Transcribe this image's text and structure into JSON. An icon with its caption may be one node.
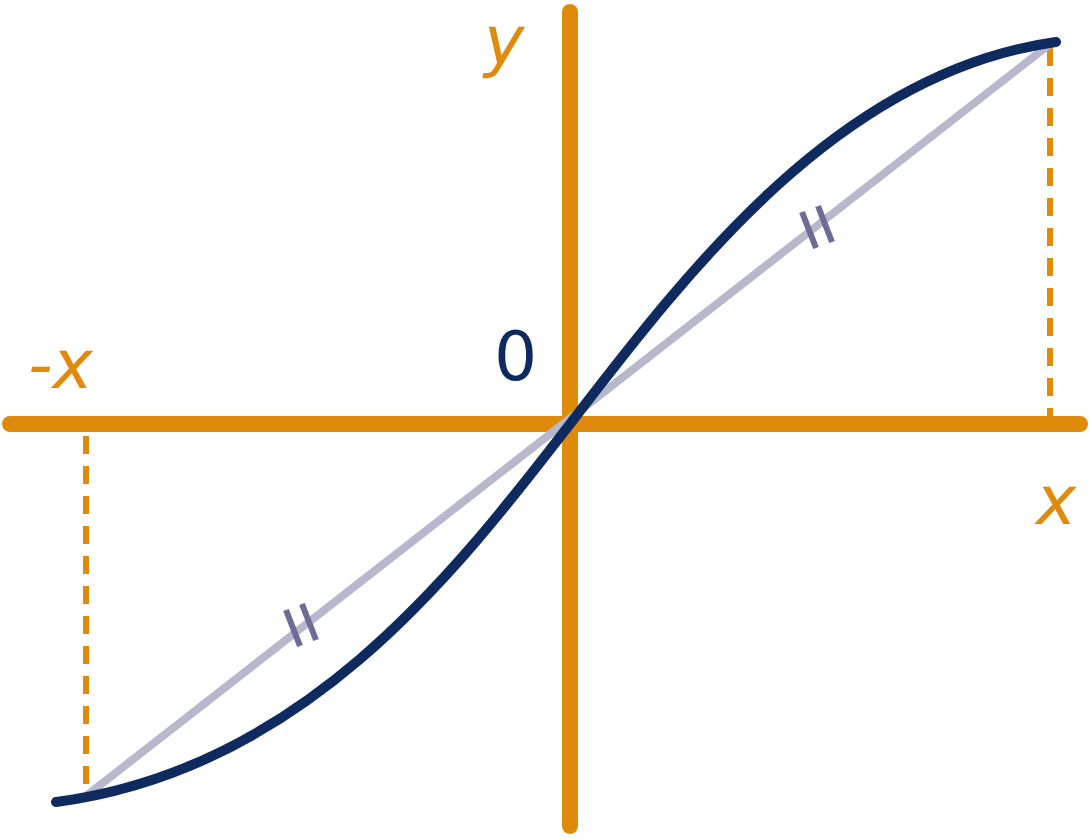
{
  "diagram": {
    "labels": [
      "y",
      "-x",
      "0",
      "x"
    ]
  }
}
